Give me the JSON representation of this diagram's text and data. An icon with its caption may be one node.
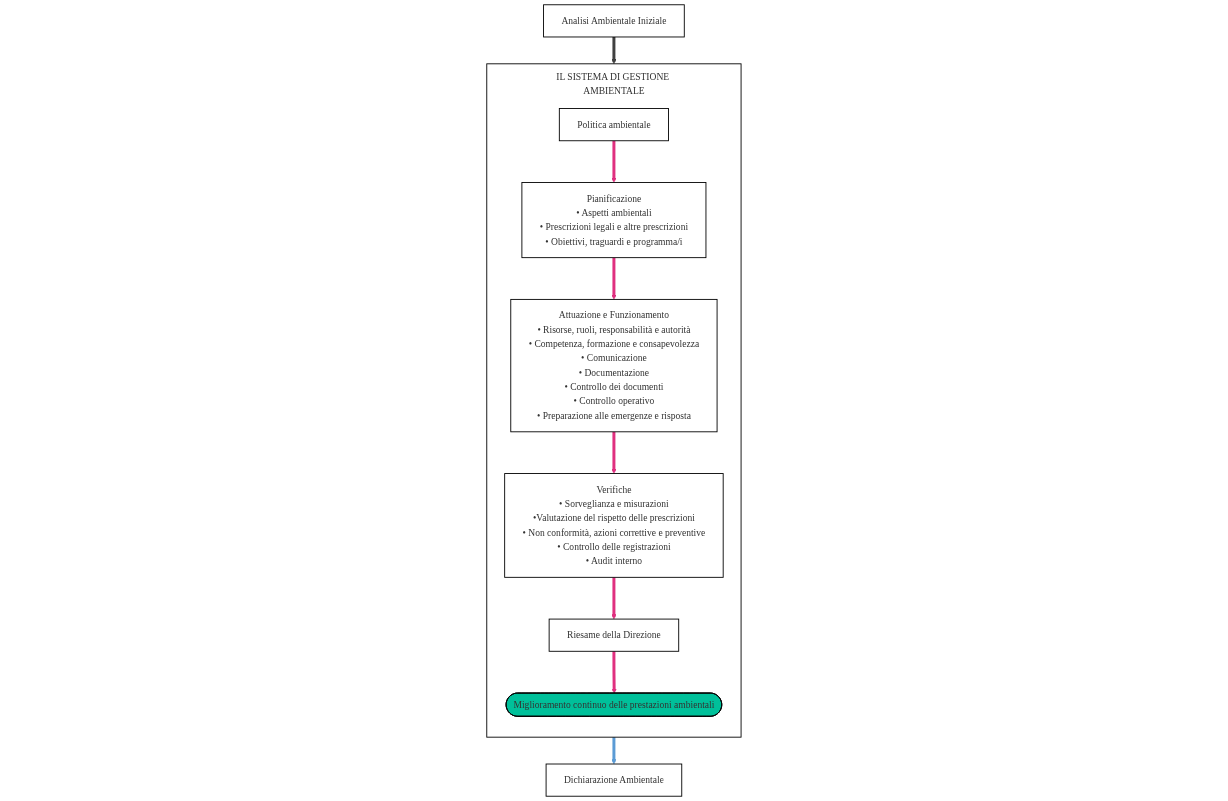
{
  "diagram": {
    "nodes": [
      {
        "text": [
          "Analisi Ambientale Iniziale"
        ]
      },
      {
        "text": [
          "IL SISTEMA DI GESTIONE AMBIENTALE"
        ]
      },
      {
        "text": [
          "Miglioramento continuo delle prestazioni ambientali"
        ],
        "in": 1
      },
      {
        "text": [
          "Politica ambientale"
        ],
        "in": 1
      },
      {
        "text": [
          "Pianificazione",
          "• Aspetti ambientali",
          "• Prescrizioni legali e altre prescrizioni",
          "• Obiettivi, traguardi e programma/i"
        ],
        "in": 1
      },
      {
        "text": [
          "Attuazione e Funzionamento",
          "• Risorse, ruoli, responsabilità e autorità",
          "• Competenza, formazione e consapevolezza",
          "• Comunicazione",
          "• Documentazione",
          "• Controllo dei documenti",
          "• Controllo operativo",
          "• Preparazione alle emergenze e risposta"
        ],
        "in": 1
      },
      {
        "text": [
          "Riesame della Direzione"
        ],
        "in": 1
      },
      {
        "text": [
          "Verifiche",
          "• Sorveglianza e misurazioni",
          "•Valutazione del rispetto delle prescrizioni",
          "• Non conformità, azioni correttive e preventive",
          "• Controllo delle registrazioni",
          "• Audit interno"
        ],
        "in": 1
      },
      {
        "text": [
          "Dichiarazione Ambientale"
        ]
      }
    ],
    "edges": [
      {
        "from": 0,
        "to": 1,
        "arrow": "to",
        "color": "#404040"
      },
      {
        "from": 3,
        "to": 4,
        "arrow": "to"
      },
      {
        "from": 4,
        "to": 5,
        "arrow": "to"
      },
      {
        "from": 5,
        "to": 7,
        "arrow": "to"
      },
      {
        "from": 7,
        "to": 6,
        "arrow": "to"
      },
      {
        "from": 6,
        "to": 2,
        "arrow": "to"
      },
      {
        "from": 1,
        "to": 8,
        "arrow": "to",
        "color": "#5b9bd5"
      }
    ]
  }
}
